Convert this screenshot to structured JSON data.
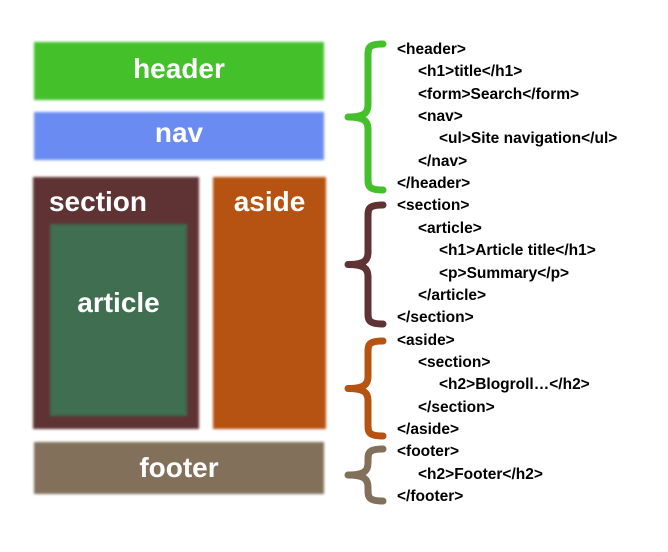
{
  "blocks": {
    "header": {
      "label": "header",
      "color": "#44c12a"
    },
    "nav": {
      "label": "nav",
      "color": "#6a8cf2"
    },
    "section": {
      "label": "section",
      "color": "#5f3334"
    },
    "article": {
      "label": "article",
      "color": "#3f6e50"
    },
    "aside": {
      "label": "aside",
      "color": "#b65312"
    },
    "footer": {
      "label": "footer",
      "color": "#82705a"
    }
  },
  "code": [
    {
      "text": "<header>",
      "indent": 0
    },
    {
      "text": "<h1>title</h1>",
      "indent": 1
    },
    {
      "text": "<form>Search</form>",
      "indent": 1
    },
    {
      "text": "<nav>",
      "indent": 1
    },
    {
      "text": "<ul>Site navigation</ul>",
      "indent": 2
    },
    {
      "text": "</nav>",
      "indent": 1
    },
    {
      "text": "</header>",
      "indent": 0
    },
    {
      "text": "<section>",
      "indent": 0
    },
    {
      "text": "<article>",
      "indent": 1
    },
    {
      "text": "<h1>Article title</h1>",
      "indent": 2
    },
    {
      "text": "<p>Summary</p>",
      "indent": 2
    },
    {
      "text": "</article>",
      "indent": 1
    },
    {
      "text": "</section>",
      "indent": 0
    },
    {
      "text": "<aside>",
      "indent": 0
    },
    {
      "text": "<section>",
      "indent": 1
    },
    {
      "text": "<h2>Blogroll…</h2>",
      "indent": 2
    },
    {
      "text": "</section>",
      "indent": 1
    },
    {
      "text": "</aside>",
      "indent": 0
    },
    {
      "text": "<footer>",
      "indent": 0
    },
    {
      "text": "<h2>Footer</h2>",
      "indent": 1
    },
    {
      "text": "</footer>",
      "indent": 0
    }
  ],
  "braces": [
    {
      "name": "header-brace",
      "color": "#44c12a"
    },
    {
      "name": "section-brace",
      "color": "#5f3334"
    },
    {
      "name": "aside-brace",
      "color": "#b65312"
    },
    {
      "name": "footer-brace",
      "color": "#82705a"
    }
  ]
}
